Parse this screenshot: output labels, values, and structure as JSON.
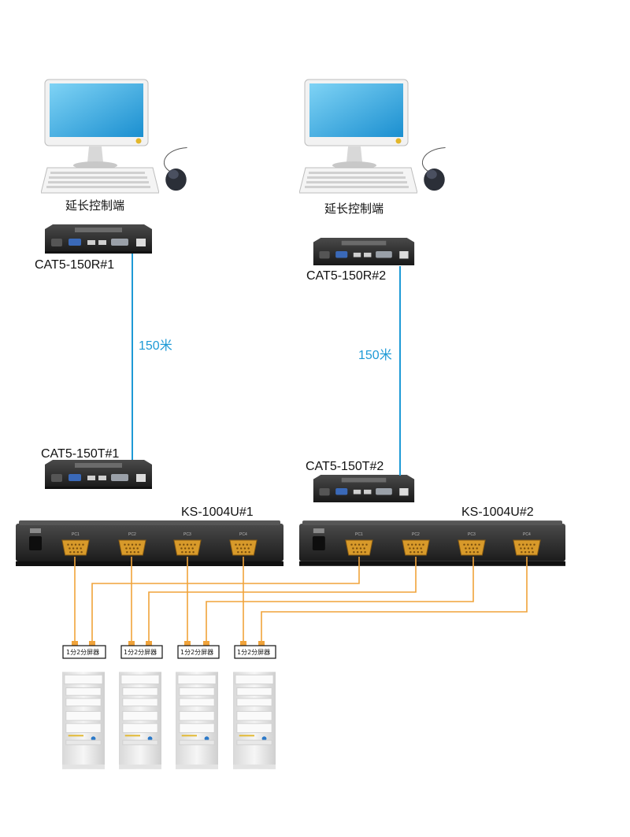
{
  "colors": {
    "cable_blue": "#1e9ad6",
    "cable_orange": "#f0a33a",
    "device_dark": "#2d2d2d",
    "vga_gold": "#d89a2a",
    "screen_blue": "#2aa6e0"
  },
  "consoles": [
    {
      "label": "延长控制端",
      "receiver": "CAT5-150R#1",
      "distance": "150米",
      "transmitter": "CAT5-150T#1"
    },
    {
      "label": "延长控制端",
      "receiver": "CAT5-150R#2",
      "distance": "150米",
      "transmitter": "CAT5-150T#2"
    }
  ],
  "switches": [
    {
      "label": "KS-1004U#1",
      "ports": [
        "PC1",
        "PC2",
        "PC3",
        "PC4"
      ]
    },
    {
      "label": "KS-1004U#2",
      "ports": [
        "PC1",
        "PC2",
        "PC3",
        "PC4"
      ]
    }
  ],
  "splitter_label": "1分2分屏器",
  "pc_count": 4,
  "icons": [
    "monitor-icon",
    "keyboard-icon",
    "mouse-icon",
    "kvm-extender-icon",
    "kvm-switch-icon",
    "vga-port-icon",
    "splitter-icon",
    "pc-tower-icon"
  ]
}
